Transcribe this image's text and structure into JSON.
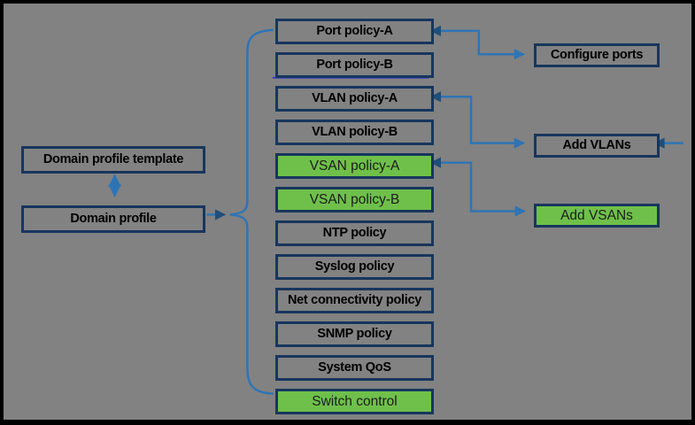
{
  "colors": {
    "background": "#828282",
    "frame": "#000000",
    "box_border": "#17365D",
    "green_fill": "#6FC04A",
    "connector_blue": "#2E74B5",
    "arrow_dark": "#1F4E79",
    "artifact_blue": "#3A3AC8",
    "text": "#000000"
  },
  "left_column": {
    "template_label": "Domain profile template",
    "profile_label": "Domain profile"
  },
  "policies": {
    "items": [
      {
        "label": "Port policy-A",
        "green": false
      },
      {
        "label": "Port policy-B",
        "green": false
      },
      {
        "label": "VLAN policy-A",
        "green": false
      },
      {
        "label": "VLAN policy-B",
        "green": false
      },
      {
        "label": "VSAN policy-A",
        "green": true
      },
      {
        "label": "VSAN policy-B",
        "green": true
      },
      {
        "label": "NTP policy",
        "green": false
      },
      {
        "label": "Syslog policy",
        "green": false
      },
      {
        "label": "Net connectivity policy",
        "green": false
      },
      {
        "label": "SNMP policy",
        "green": false
      },
      {
        "label": "System QoS",
        "green": false
      },
      {
        "label": "Switch control",
        "green": true
      }
    ]
  },
  "actions": {
    "items": [
      {
        "label": "Configure ports",
        "green": false
      },
      {
        "label": "Add VLANs",
        "green": false
      },
      {
        "label": "Add VSANs",
        "green": true
      }
    ]
  }
}
